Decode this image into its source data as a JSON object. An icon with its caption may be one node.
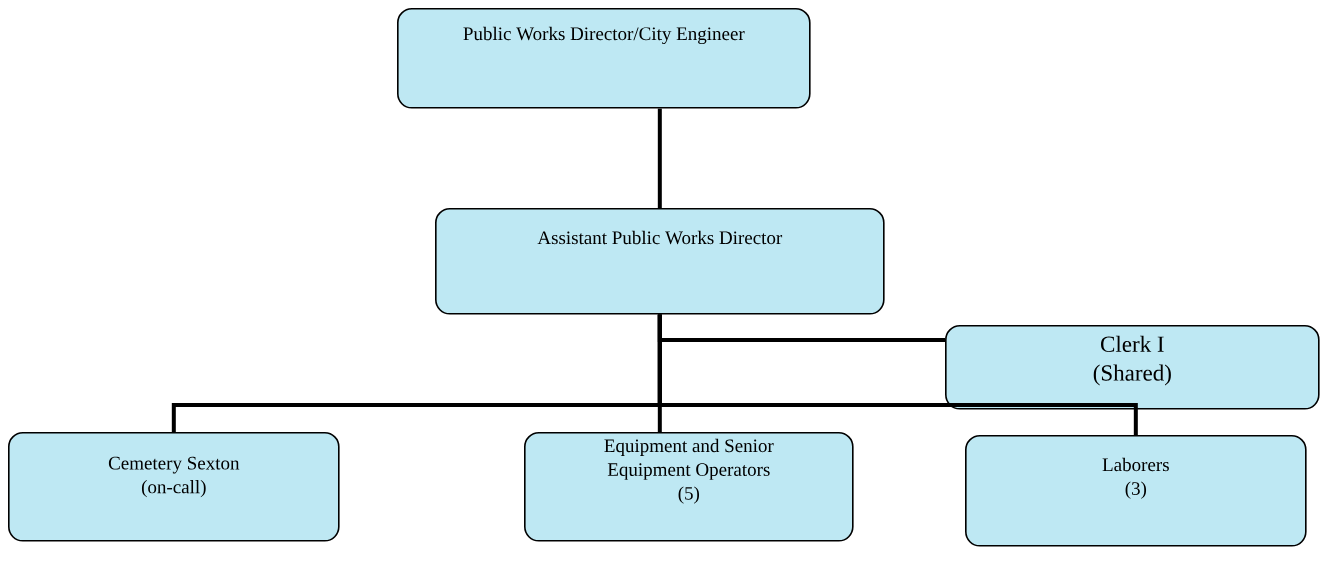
{
  "diagram": {
    "nodes": [
      {
        "text": [
          "Public Works Director/City Engineer"
        ]
      },
      {
        "text": [
          "Assistant Public Works Director"
        ]
      },
      {
        "text": [
          "Clerk I",
          "(Shared)"
        ]
      },
      {
        "text": [
          "Cemetery Sexton",
          "(on-call)"
        ]
      },
      {
        "text": [
          "Equipment and Senior",
          "Equipment Operators",
          "(5)"
        ]
      },
      {
        "text": [
          "Laborers",
          "(3)"
        ]
      }
    ],
    "edges": [
      {
        "from": 0,
        "to": 1,
        "arrow": "none"
      },
      {
        "from": 1,
        "to": 2,
        "arrow": "none"
      },
      {
        "from": 1,
        "to": 3,
        "arrow": "none"
      },
      {
        "from": 1,
        "to": 4,
        "arrow": "none"
      },
      {
        "from": 1,
        "to": 5,
        "arrow": "none"
      }
    ]
  }
}
